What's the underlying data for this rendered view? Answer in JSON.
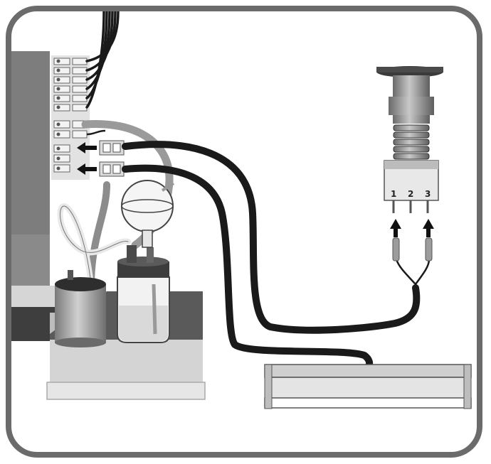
{
  "switch": {
    "pin_labels": [
      "1",
      "2",
      "3"
    ]
  },
  "colors": {
    "frame": "#6b6b6b",
    "cable": "#1a1a1a",
    "grey_light": "#d9d9d9",
    "grey_mid": "#9a9a9a",
    "grey_dark": "#555555",
    "panel": "#7d7d7d"
  }
}
